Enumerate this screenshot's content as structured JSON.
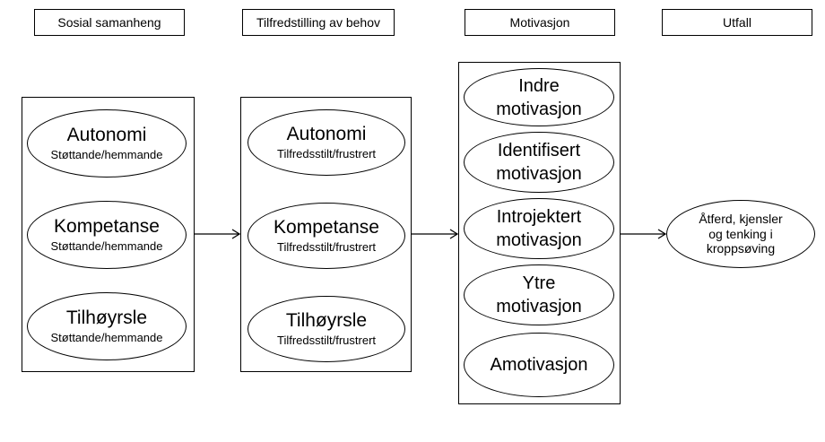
{
  "headers": [
    {
      "label": "Sosial samanheng"
    },
    {
      "label": "Tilfredstilling av behov"
    },
    {
      "label": "Motivasjon"
    },
    {
      "label": "Utfall"
    }
  ],
  "social_context": {
    "items": [
      {
        "title": "Autonomi",
        "sub": "Støttande/hemmande"
      },
      {
        "title": "Kompetanse",
        "sub": "Støttande/hemmande"
      },
      {
        "title": "Tilhøyrsle",
        "sub": "Støttande/hemmande"
      }
    ]
  },
  "needs": {
    "items": [
      {
        "title": "Autonomi",
        "sub": "Tilfredsstilt/frustrert"
      },
      {
        "title": "Kompetanse",
        "sub": "Tilfredsstilt/frustrert"
      },
      {
        "title": "Tilhøyrsle",
        "sub": "Tilfredsstilt/frustrert"
      }
    ]
  },
  "motivation": {
    "items": [
      {
        "line1": "Indre",
        "line2": "motivasjon"
      },
      {
        "line1": "Identifisert",
        "line2": "motivasjon"
      },
      {
        "line1": "Introjektert",
        "line2": "motivasjon"
      },
      {
        "line1": "Ytre",
        "line2": "motivasjon"
      },
      {
        "line1": "Amotivasjon",
        "line2": ""
      }
    ]
  },
  "outcome": {
    "line1": "Åtferd, kjensler",
    "line2": "og tenking i",
    "line3": "kroppsøving"
  }
}
